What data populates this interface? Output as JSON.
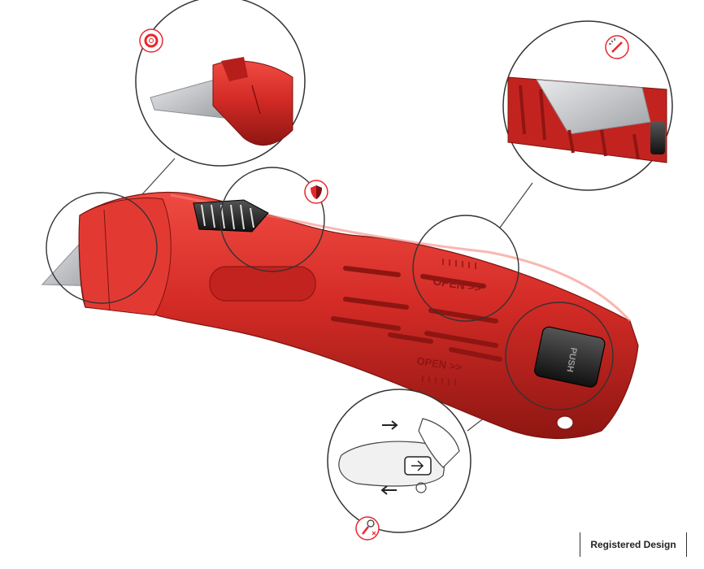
{
  "product": {
    "embossed_text_upper": "OPEN >>",
    "embossed_text_lower": "OPEN >>",
    "button_text": "PUSH"
  },
  "badges": [
    "safety-ring-icon",
    "shield-icon",
    "magic-wand-icon",
    "timer-tool-icon"
  ],
  "colors": {
    "body_red": "#d42b26",
    "accent_red": "#e8262c",
    "blade_grey": "#c7c9cc",
    "callout_line": "#444444"
  },
  "footer": {
    "label": "Registered Design"
  }
}
